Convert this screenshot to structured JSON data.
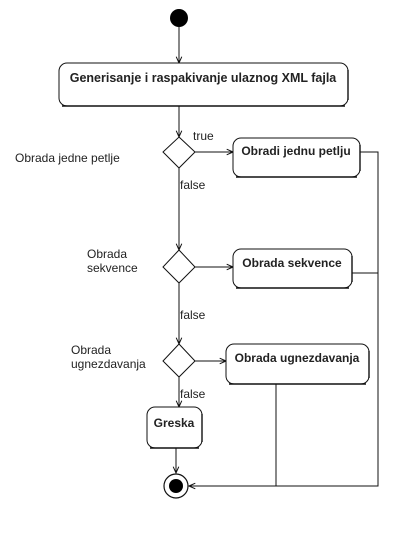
{
  "diagram": {
    "nodes": {
      "generate": "Generisanje i raspakivanje ulaznog XML fajla",
      "loop_action": "Obradi jednu petlju",
      "seq_action": "Obrada sekvence",
      "nest_action": "Obrada ugnezdavanja",
      "error": "Greska"
    },
    "decisions": {
      "d1_label": [
        "Obrada jedne petlje"
      ],
      "d2_label": [
        "Obrada",
        "sekvence"
      ],
      "d3_label": [
        "Obrada",
        "ugnezdavanja"
      ]
    },
    "guards": {
      "true": "true",
      "false_1": "false",
      "false_2": "false",
      "false_3": "false"
    }
  }
}
